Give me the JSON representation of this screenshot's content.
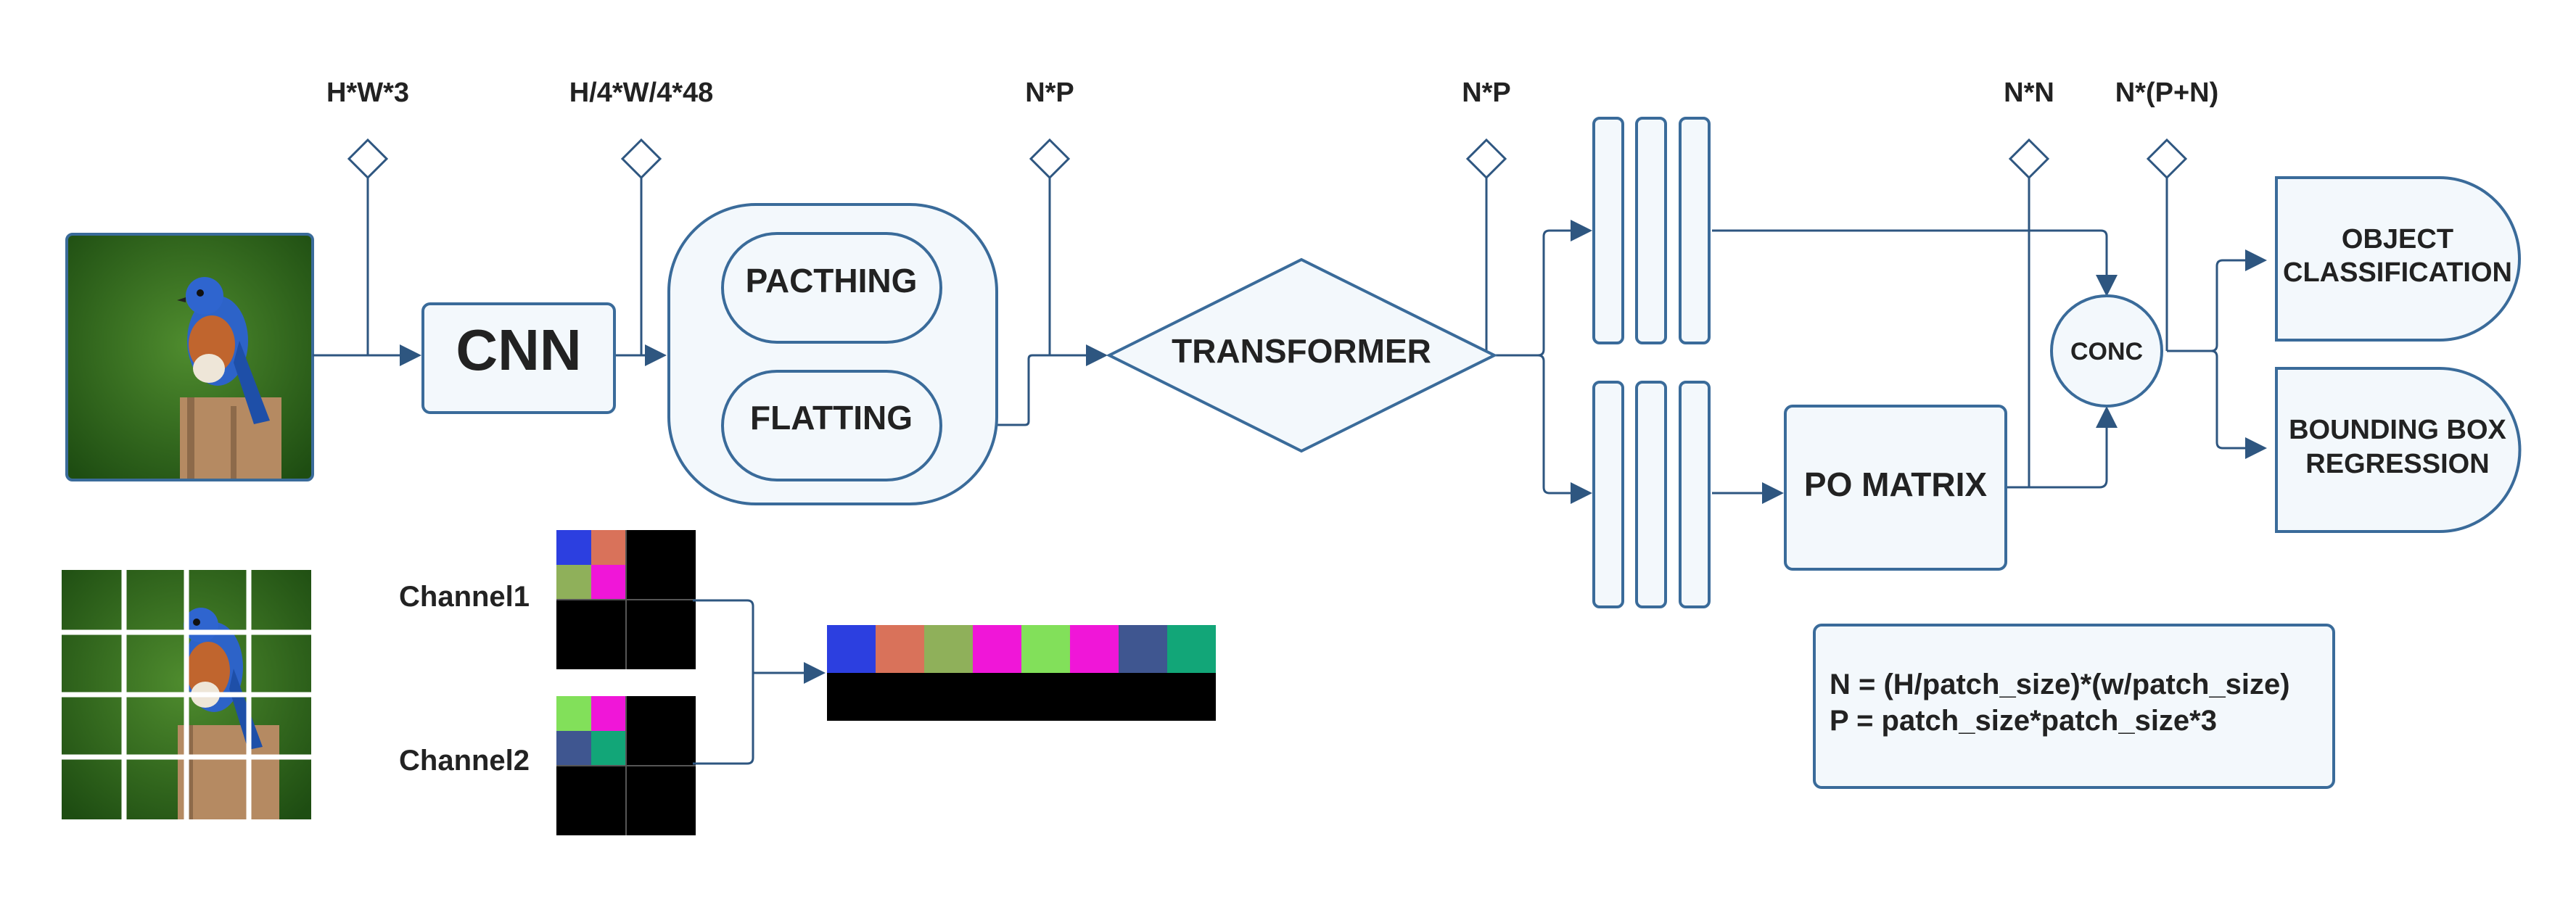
{
  "labels": {
    "dim_hw3": "H*W*3",
    "dim_h4": "H/4*W/4*48",
    "dim_np1": "N*P",
    "dim_np2": "N*P",
    "dim_nn": "N*N",
    "dim_npn": "N*(P+N)"
  },
  "nodes": {
    "cnn": "CNN",
    "patching": "PACTHING",
    "flatting": "FLATTING",
    "transformer": "TRANSFORMER",
    "po_matrix": "PO MATRIX",
    "conc": "CONC",
    "object_line1": "OBJECT",
    "object_line2": "CLASSIFICATION",
    "bbox_line1": "BOUNDING BOX",
    "bbox_line2": "REGRESSION"
  },
  "channels": {
    "ch1": "Channel1",
    "ch2": "Channel2"
  },
  "formulas": {
    "n": "N = (H/patch_size)*(w/patch_size)",
    "p": "P = patch_size*patch_size*3"
  },
  "colors": {
    "stroke": "#3a6b9a",
    "fill": "#f3f8fc",
    "ch1_cells": [
      "#2c3fe0",
      "#d9725a",
      "#8fb05a",
      "#f016d8"
    ],
    "ch2_cells": [
      "#82e05a",
      "#f016d8",
      "#3f5690",
      "#12a678"
    ],
    "flat_cells": [
      "#2c3fe0",
      "#d9725a",
      "#8fb05a",
      "#f016d8",
      "#82e05a",
      "#f016d8",
      "#3f5690",
      "#12a678"
    ]
  }
}
